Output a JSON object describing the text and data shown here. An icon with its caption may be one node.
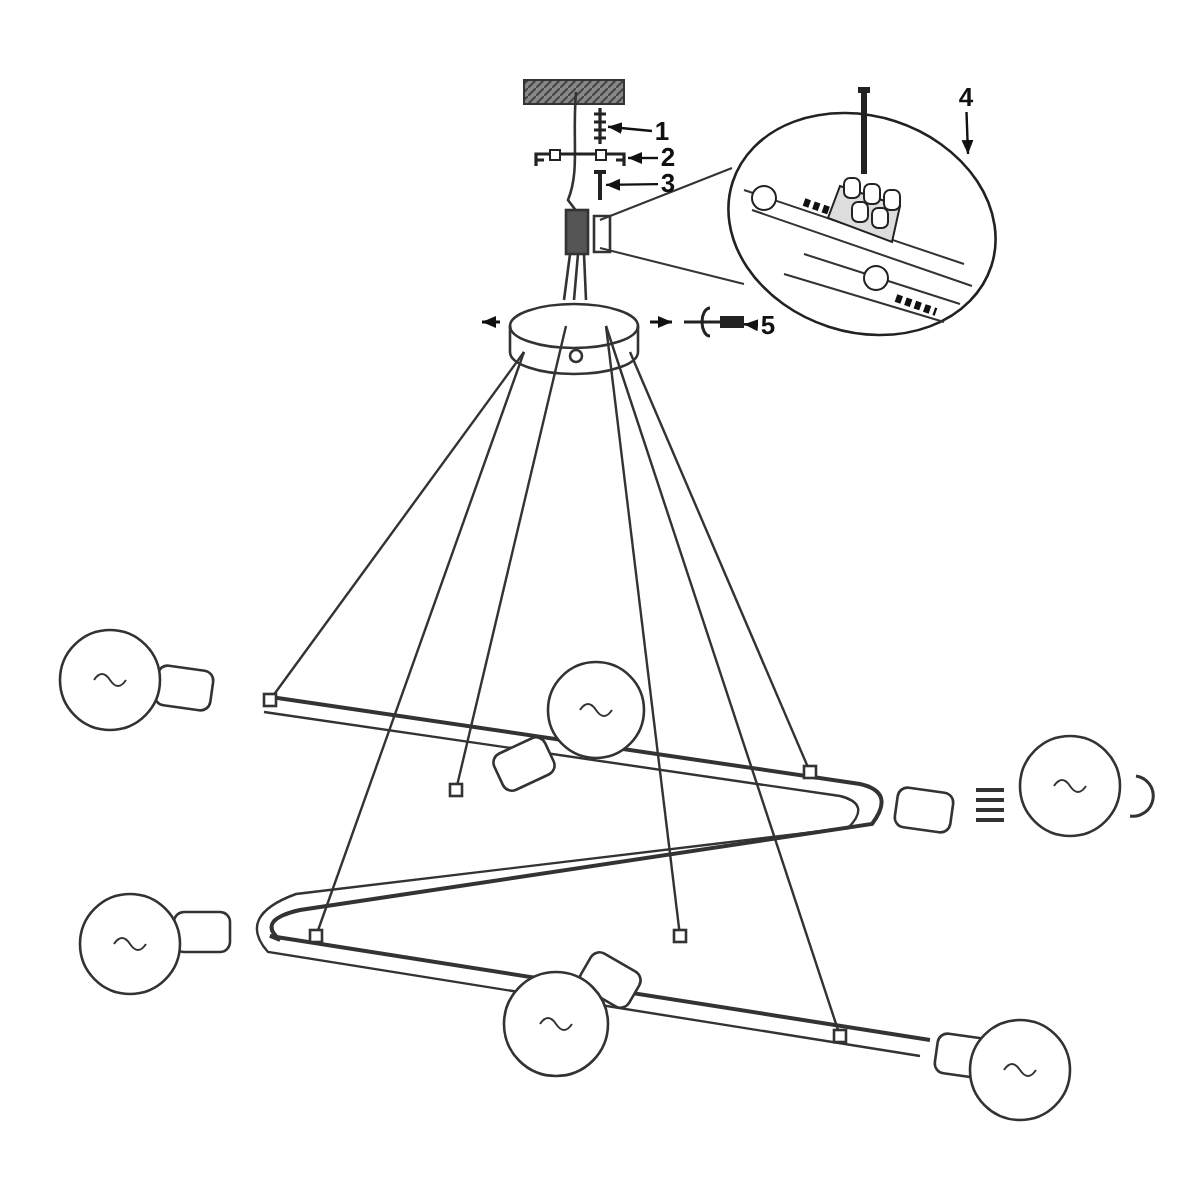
{
  "diagram": {
    "nodes": [
      {
        "text": [
          "1"
        ]
      },
      {
        "text": [],
        "shape": "picture"
      },
      {
        "text": [
          "2"
        ]
      },
      {
        "text": [],
        "shape": "picture"
      },
      {
        "text": [
          "3"
        ]
      },
      {
        "text": [],
        "shape": "picture"
      },
      {
        "text": [
          "4"
        ]
      },
      {
        "text": [],
        "shape": "picture"
      },
      {
        "text": [
          "5"
        ]
      },
      {
        "text": [],
        "shape": "picture"
      }
    ],
    "edges": [
      {
        "from": 0,
        "to": 1,
        "arrow": "to"
      },
      {
        "from": 2,
        "to": 3,
        "arrow": "to"
      },
      {
        "from": 4,
        "to": 5,
        "arrow": "to"
      },
      {
        "from": 6,
        "to": 7,
        "arrow": "to"
      },
      {
        "from": 8,
        "to": 9,
        "arrow": "to"
      }
    ]
  }
}
